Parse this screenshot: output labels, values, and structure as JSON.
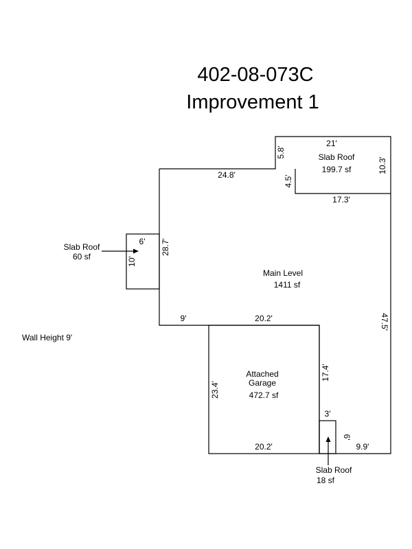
{
  "header": {
    "parcel_id": "402-08-073C",
    "improvement": "Improvement 1"
  },
  "wall_height": "Wall Height 9'",
  "areas": {
    "main": {
      "name": "Main Level",
      "area": "1411 sf"
    },
    "slab_top_right": {
      "name": "Slab Roof",
      "area": "199.7 sf"
    },
    "slab_left": {
      "name": "Slab Roof",
      "area": "60 sf"
    },
    "garage": {
      "name_line1": "Attached",
      "name_line2": "Garage",
      "area": "472.7 sf"
    },
    "slab_bottom": {
      "name": "Slab Roof",
      "area": "18 sf"
    }
  },
  "dimensions": {
    "main_top": "24.8'",
    "main_left": "28.7'",
    "main_step": "9'",
    "main_right": "47.5'",
    "main_bottom_right": "9.9'",
    "slab_tr_top": "21'",
    "slab_tr_left_upper": "5.8'",
    "slab_tr_left_lower": "4.5'",
    "slab_tr_right": "10.3'",
    "slab_tr_bottom": "17.3'",
    "slab_l_top": "6'",
    "slab_l_side": "10'",
    "garage_top": "20.2'",
    "garage_left": "23.4'",
    "garage_right": "17.4'",
    "garage_bottom": "20.2'",
    "slab_b_top": "3'",
    "slab_b_side": "6'"
  }
}
